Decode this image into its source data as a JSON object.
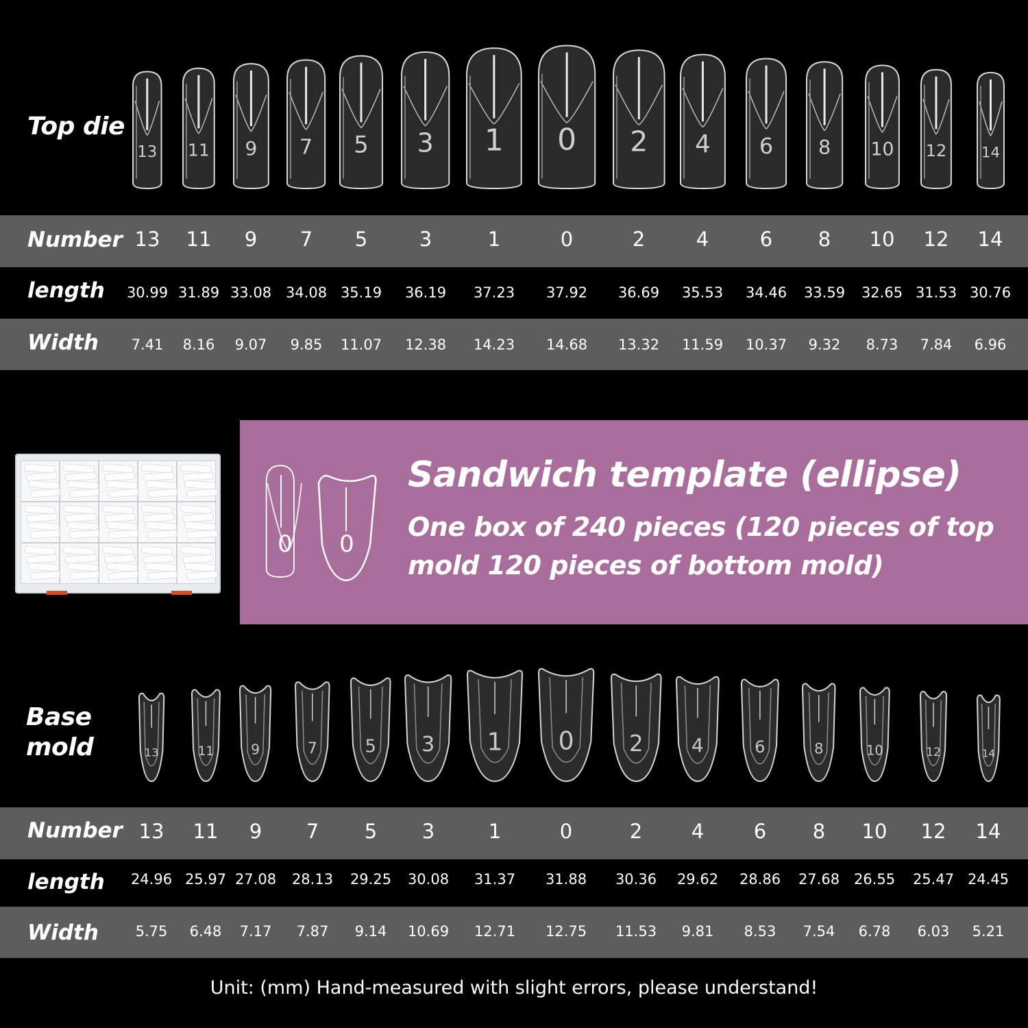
{
  "top_section": {
    "label": "Top die",
    "number_label": "Number",
    "length_label": "length",
    "width_label": "Width",
    "numbers": [
      "13",
      "11",
      "9",
      "7",
      "5",
      "3",
      "1",
      "0",
      "2",
      "4",
      "6",
      "8",
      "10",
      "12",
      "14"
    ],
    "lengths": [
      "30.99",
      "31.89",
      "33.08",
      "34.08",
      "35.19",
      "36.19",
      "37.23",
      "37.92",
      "36.69",
      "35.53",
      "34.46",
      "33.59",
      "32.65",
      "31.53",
      "30.76"
    ],
    "widths": [
      "7.41",
      "8.16",
      "9.07",
      "9.85",
      "11.07",
      "12.38",
      "14.23",
      "14.68",
      "13.32",
      "11.59",
      "10.37",
      "9.32",
      "8.73",
      "7.84",
      "6.96"
    ]
  },
  "info": {
    "title": "Sandwich template (ellipse)",
    "description": "One box of 240 pieces (120 pieces of top mold   120 pieces of bottom mold)",
    "icon_top_number": "0",
    "icon_base_number": "0"
  },
  "base_section": {
    "label": "Base mold",
    "number_label": "Number",
    "length_label": "length",
    "width_label": "Width",
    "numbers": [
      "13",
      "11",
      "9",
      "7",
      "5",
      "3",
      "1",
      "0",
      "2",
      "4",
      "6",
      "8",
      "10",
      "12",
      "14"
    ],
    "lengths": [
      "24.96",
      "25.97",
      "27.08",
      "28.13",
      "29.25",
      "30.08",
      "31.37",
      "31.88",
      "30.36",
      "29.62",
      "28.86",
      "27.68",
      "26.55",
      "25.47",
      "24.45"
    ],
    "widths": [
      "5.75",
      "6.48",
      "7.17",
      "7.87",
      "9.14",
      "10.69",
      "12.71",
      "12.75",
      "11.53",
      "9.81",
      "8.53",
      "7.54",
      "6.78",
      "6.03",
      "5.21"
    ]
  },
  "footer": {
    "note": "Unit: (mm) Hand-measured with slight errors, please understand!"
  },
  "colors": {
    "background": "#000000",
    "band_gray": "#5d5d5d",
    "info_box": "#a96d9b"
  }
}
